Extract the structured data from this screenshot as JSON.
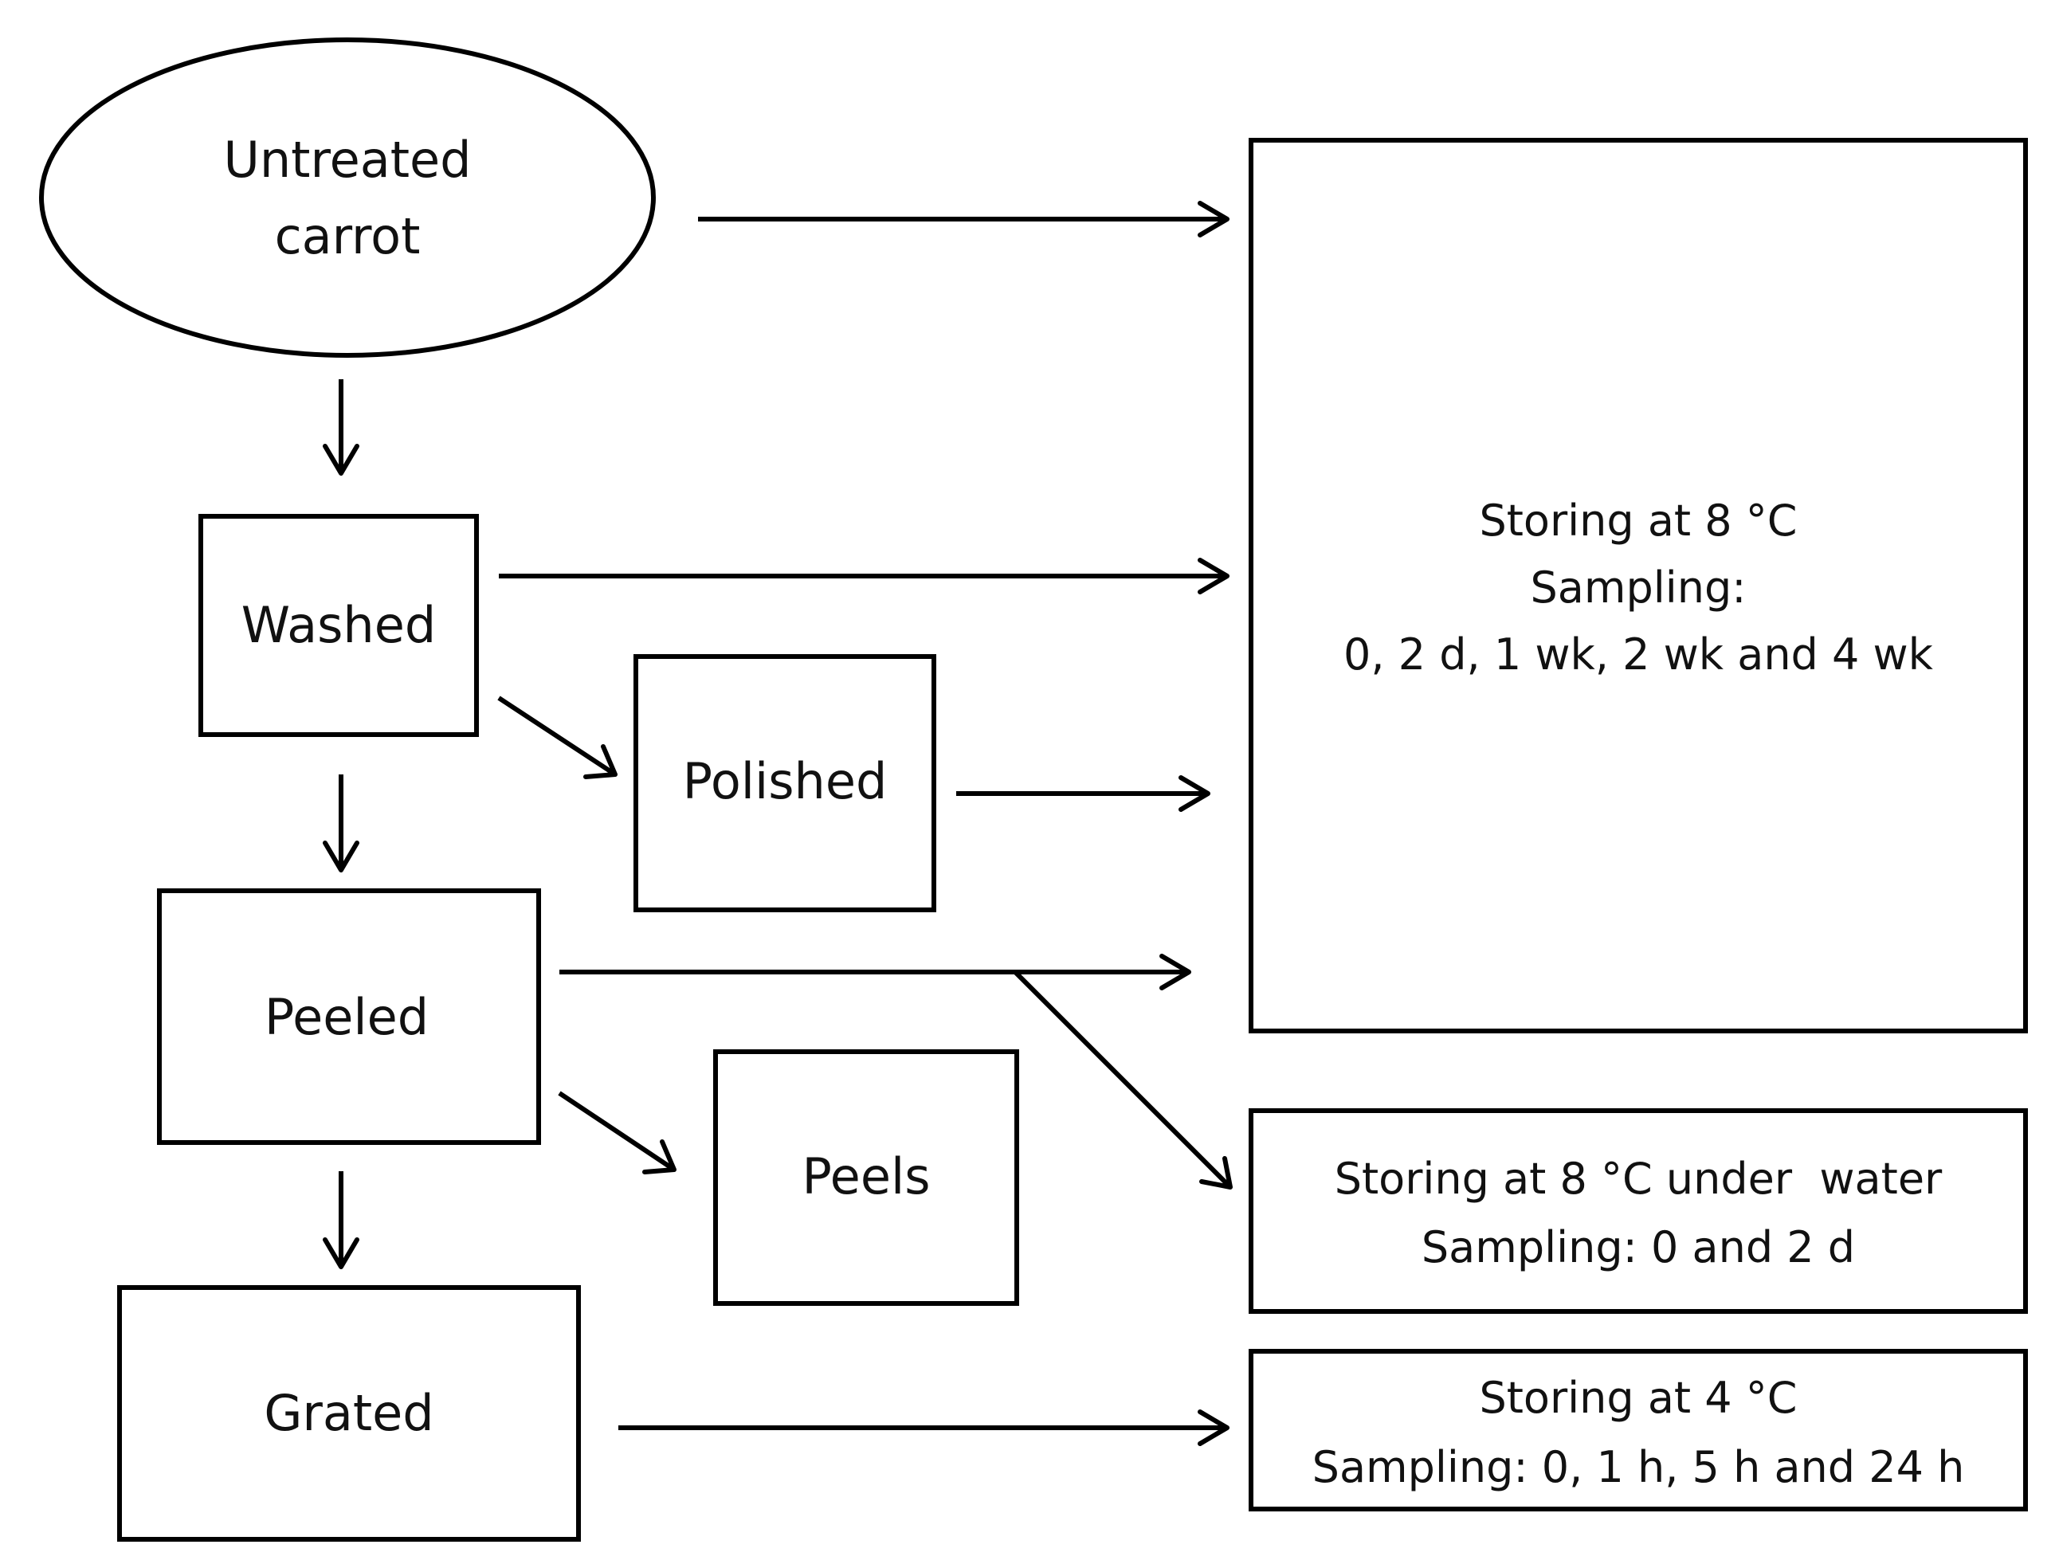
{
  "nodes": {
    "untreated": {
      "line1": "Untreated",
      "line2": "carrot"
    },
    "washed": {
      "label": "Washed"
    },
    "polished": {
      "label": "Polished"
    },
    "peeled": {
      "label": "Peeled"
    },
    "peels": {
      "label": "Peels"
    },
    "grated": {
      "label": "Grated"
    }
  },
  "storage": {
    "main": {
      "line1": "Storing at 8 °C",
      "line2": "Sampling:",
      "line3": "0, 2 d, 1 wk, 2 wk and 4 wk"
    },
    "water": {
      "line1": "Storing at 8 °C under  water",
      "line2": "Sampling: 0 and 2 d"
    },
    "cold": {
      "line1": "Storing at 4 °C",
      "line2": "Sampling: 0, 1 h, 5 h and 24 h"
    }
  }
}
